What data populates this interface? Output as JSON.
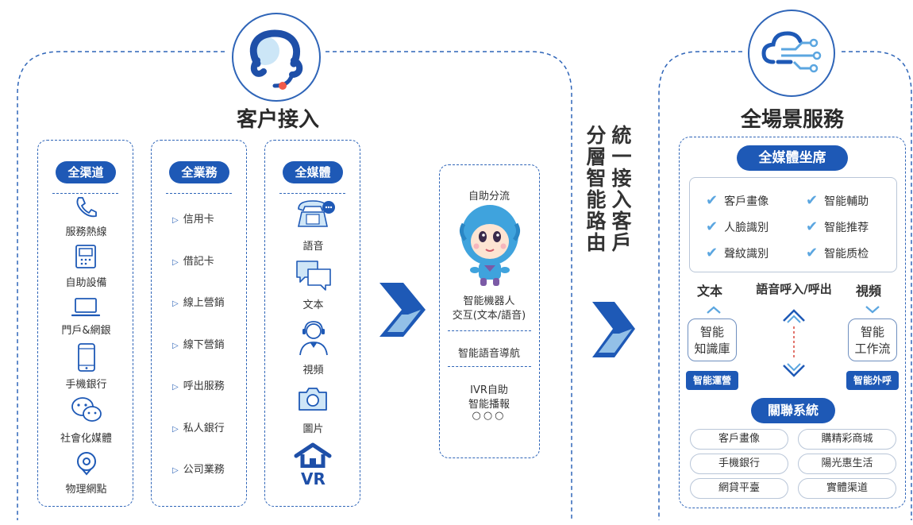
{
  "left_panel": {
    "title": "客户接入",
    "columns": {
      "channels": {
        "heading": "全渠道",
        "items": [
          "服務熱線",
          "自助設備",
          "門戶&網銀",
          "手機銀行",
          "社會化媒體",
          "物理網點"
        ]
      },
      "business": {
        "heading": "全業務",
        "items": [
          "信用卡",
          "借記卡",
          "線上營銷",
          "線下營銷",
          "呼出服務",
          "私人銀行",
          "公司業務"
        ]
      },
      "media": {
        "heading": "全媒體",
        "items": [
          "語音",
          "文本",
          "視頻",
          "圖片"
        ],
        "vr_label": "VR"
      }
    }
  },
  "self_service": {
    "title": "自助分流",
    "robot_caption_line1": "智能機器人",
    "robot_caption_line2": "交互(文本/語音)",
    "voice_nav": "智能語音導航",
    "ivr_line1": "IVR自助",
    "ivr_line2": "智能播報",
    "ivr_dots": "○○○"
  },
  "routing": {
    "col1": [
      "統",
      "一",
      "接",
      "入",
      "客",
      "戶"
    ],
    "col2": [
      "分",
      "層",
      "智",
      "能",
      "路",
      "由"
    ]
  },
  "right_panel": {
    "title": "全場景服務",
    "seat_heading": "全媒體坐席",
    "features_left": [
      "客戶畫像",
      "人臉識別",
      "聲紋識別"
    ],
    "features_right": [
      "智能輔助",
      "智能推荐",
      "智能质检"
    ],
    "text_label": "文本",
    "voice_label": "語音呼入/呼出",
    "video_label": "視頻",
    "kb_line1": "智能",
    "kb_line2": "知識庫",
    "wf_line1": "智能",
    "wf_line2": "工作流",
    "ops_tag": "智能運營",
    "outbound_tag": "智能外呼",
    "related_heading": "關聯系統",
    "related_left": [
      "客戶畫像",
      "手機銀行",
      "網貸平臺"
    ],
    "related_right": [
      "購精彩商城",
      "陽光惠生活",
      "實體渠道"
    ]
  },
  "colors": {
    "brand_blue": "#1e59b6",
    "light_blue": "#5ba6e0",
    "dash_blue": "#2f65b8"
  }
}
